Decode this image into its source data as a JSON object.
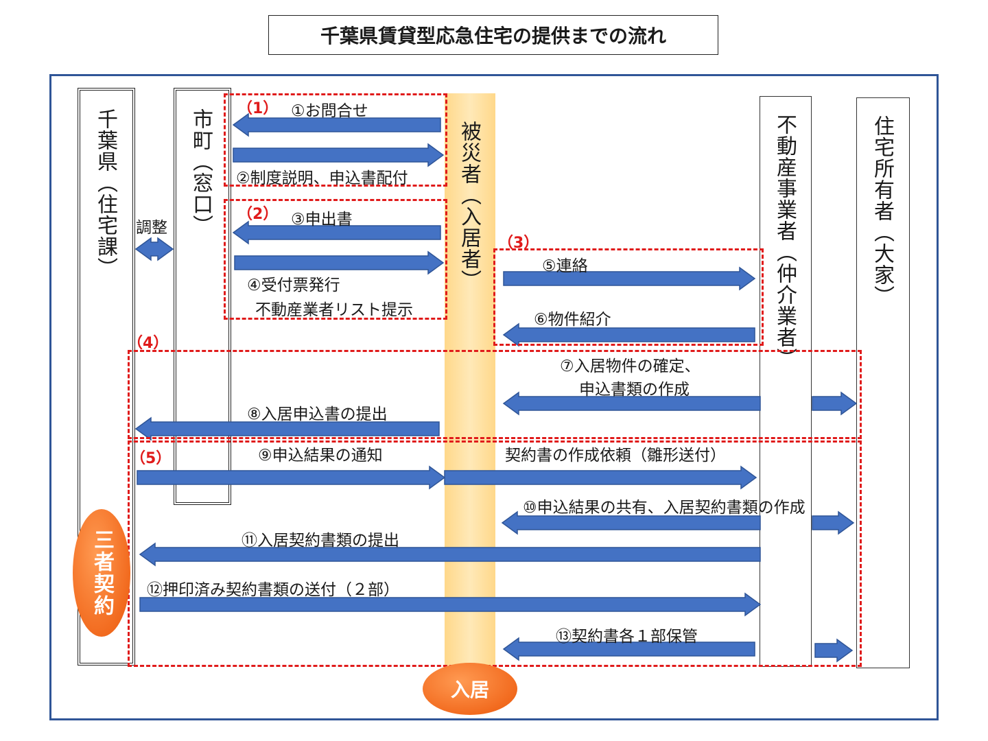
{
  "title": "千葉県賃貸型応急住宅の提供までの流れ",
  "lanes": {
    "prefecture": "千葉県（住宅課）",
    "city": "市町（窓口）",
    "victim": "被災者（入居者）",
    "agent": "不動産事業者（仲介業者）",
    "owner": "住宅所有者（大家）"
  },
  "phases": [
    "（1）",
    "（2）",
    "（3）",
    "（4）",
    "（5）"
  ],
  "coordination_label": "調整",
  "steps": {
    "s1": "①お問合せ",
    "s2": "②制度説明、申込書配付",
    "s3": "③申出書",
    "s4a": "④受付票発行",
    "s4b": "不動産業者リスト提示",
    "s5": "⑤連絡",
    "s6": "⑥物件紹介",
    "s7a": "⑦入居物件の確定、",
    "s7b": "申込書類の作成",
    "s8": "⑧入居申込書の提出",
    "s9": "⑨申込結果の通知",
    "s9b": "契約書の作成依頼（雛形送付）",
    "s10": "⑩申込結果の共有、入居契約書類の作成",
    "s11": "⑪入居契約書類の提出",
    "s12": "⑫押印済み契約書類の送付（２部）",
    "s13": "⑬契約書各１部保管"
  },
  "badges": {
    "three_party": "三者契約",
    "move_in": "入居"
  },
  "colors": {
    "arrow": "#4472c4",
    "arrow_stroke": "#2f5597",
    "dash": "#e01b1b",
    "frame": "#2f5597",
    "victim_bar": "#ffd88a",
    "badge": "#f26b1f"
  }
}
